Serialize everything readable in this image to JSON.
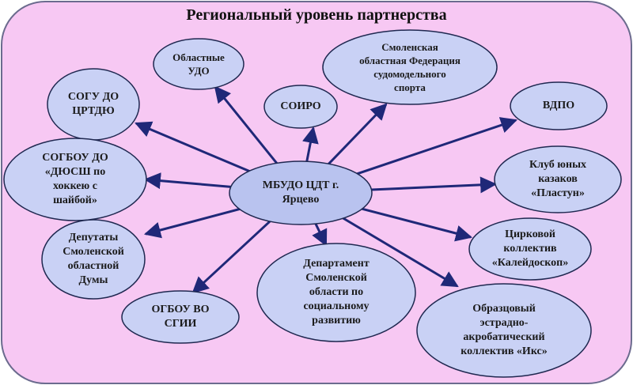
{
  "title": "Региональный уровень партнерства",
  "colors": {
    "background": "#f7c8f3",
    "border": "#6b6b8e",
    "node_fill": "#c9d1f5",
    "node_fill_center": "#b9c3ef",
    "node_stroke": "#1f2850",
    "arrow": "#1f2878"
  },
  "center": {
    "label": "МБУДО ЦДТ г.\nЯрцево"
  },
  "nodes": [
    {
      "id": "ogu-udo",
      "label": "Областные\nУДО"
    },
    {
      "id": "smolensk-fed",
      "label": "Смоленская\nобластная Федерация\nсудомодельного\nспорта"
    },
    {
      "id": "sogu-crtdu",
      "label": "СОГУ ДО\nЦРТДЮ"
    },
    {
      "id": "soiro",
      "label": "СОИРО"
    },
    {
      "id": "vdpo",
      "label": "ВДПО"
    },
    {
      "id": "sogbou-dyussh",
      "label": "СОГБОУ ДО\n«ДЮСШ по\nхоккею с\nшайбой»"
    },
    {
      "id": "klub-kazakov",
      "label": "Клуб юных\nказаков\n«Пластун»"
    },
    {
      "id": "deputaty",
      "label": "Депутаты\nСмоленской\nобластной\nДумы"
    },
    {
      "id": "cirk",
      "label": "Цирковой\nколлектив\n«Калейдоскоп»"
    },
    {
      "id": "departament",
      "label": "Департамент\nСмоленской\nобласти по\nсоциальному\nразвитию"
    },
    {
      "id": "ogbou-sgii",
      "label": "ОГБОУ ВО\nСГИИ"
    },
    {
      "id": "estrada",
      "label": "Образцовый\nэстрадно-\nакробатический\nколлектив «Икс»"
    }
  ]
}
